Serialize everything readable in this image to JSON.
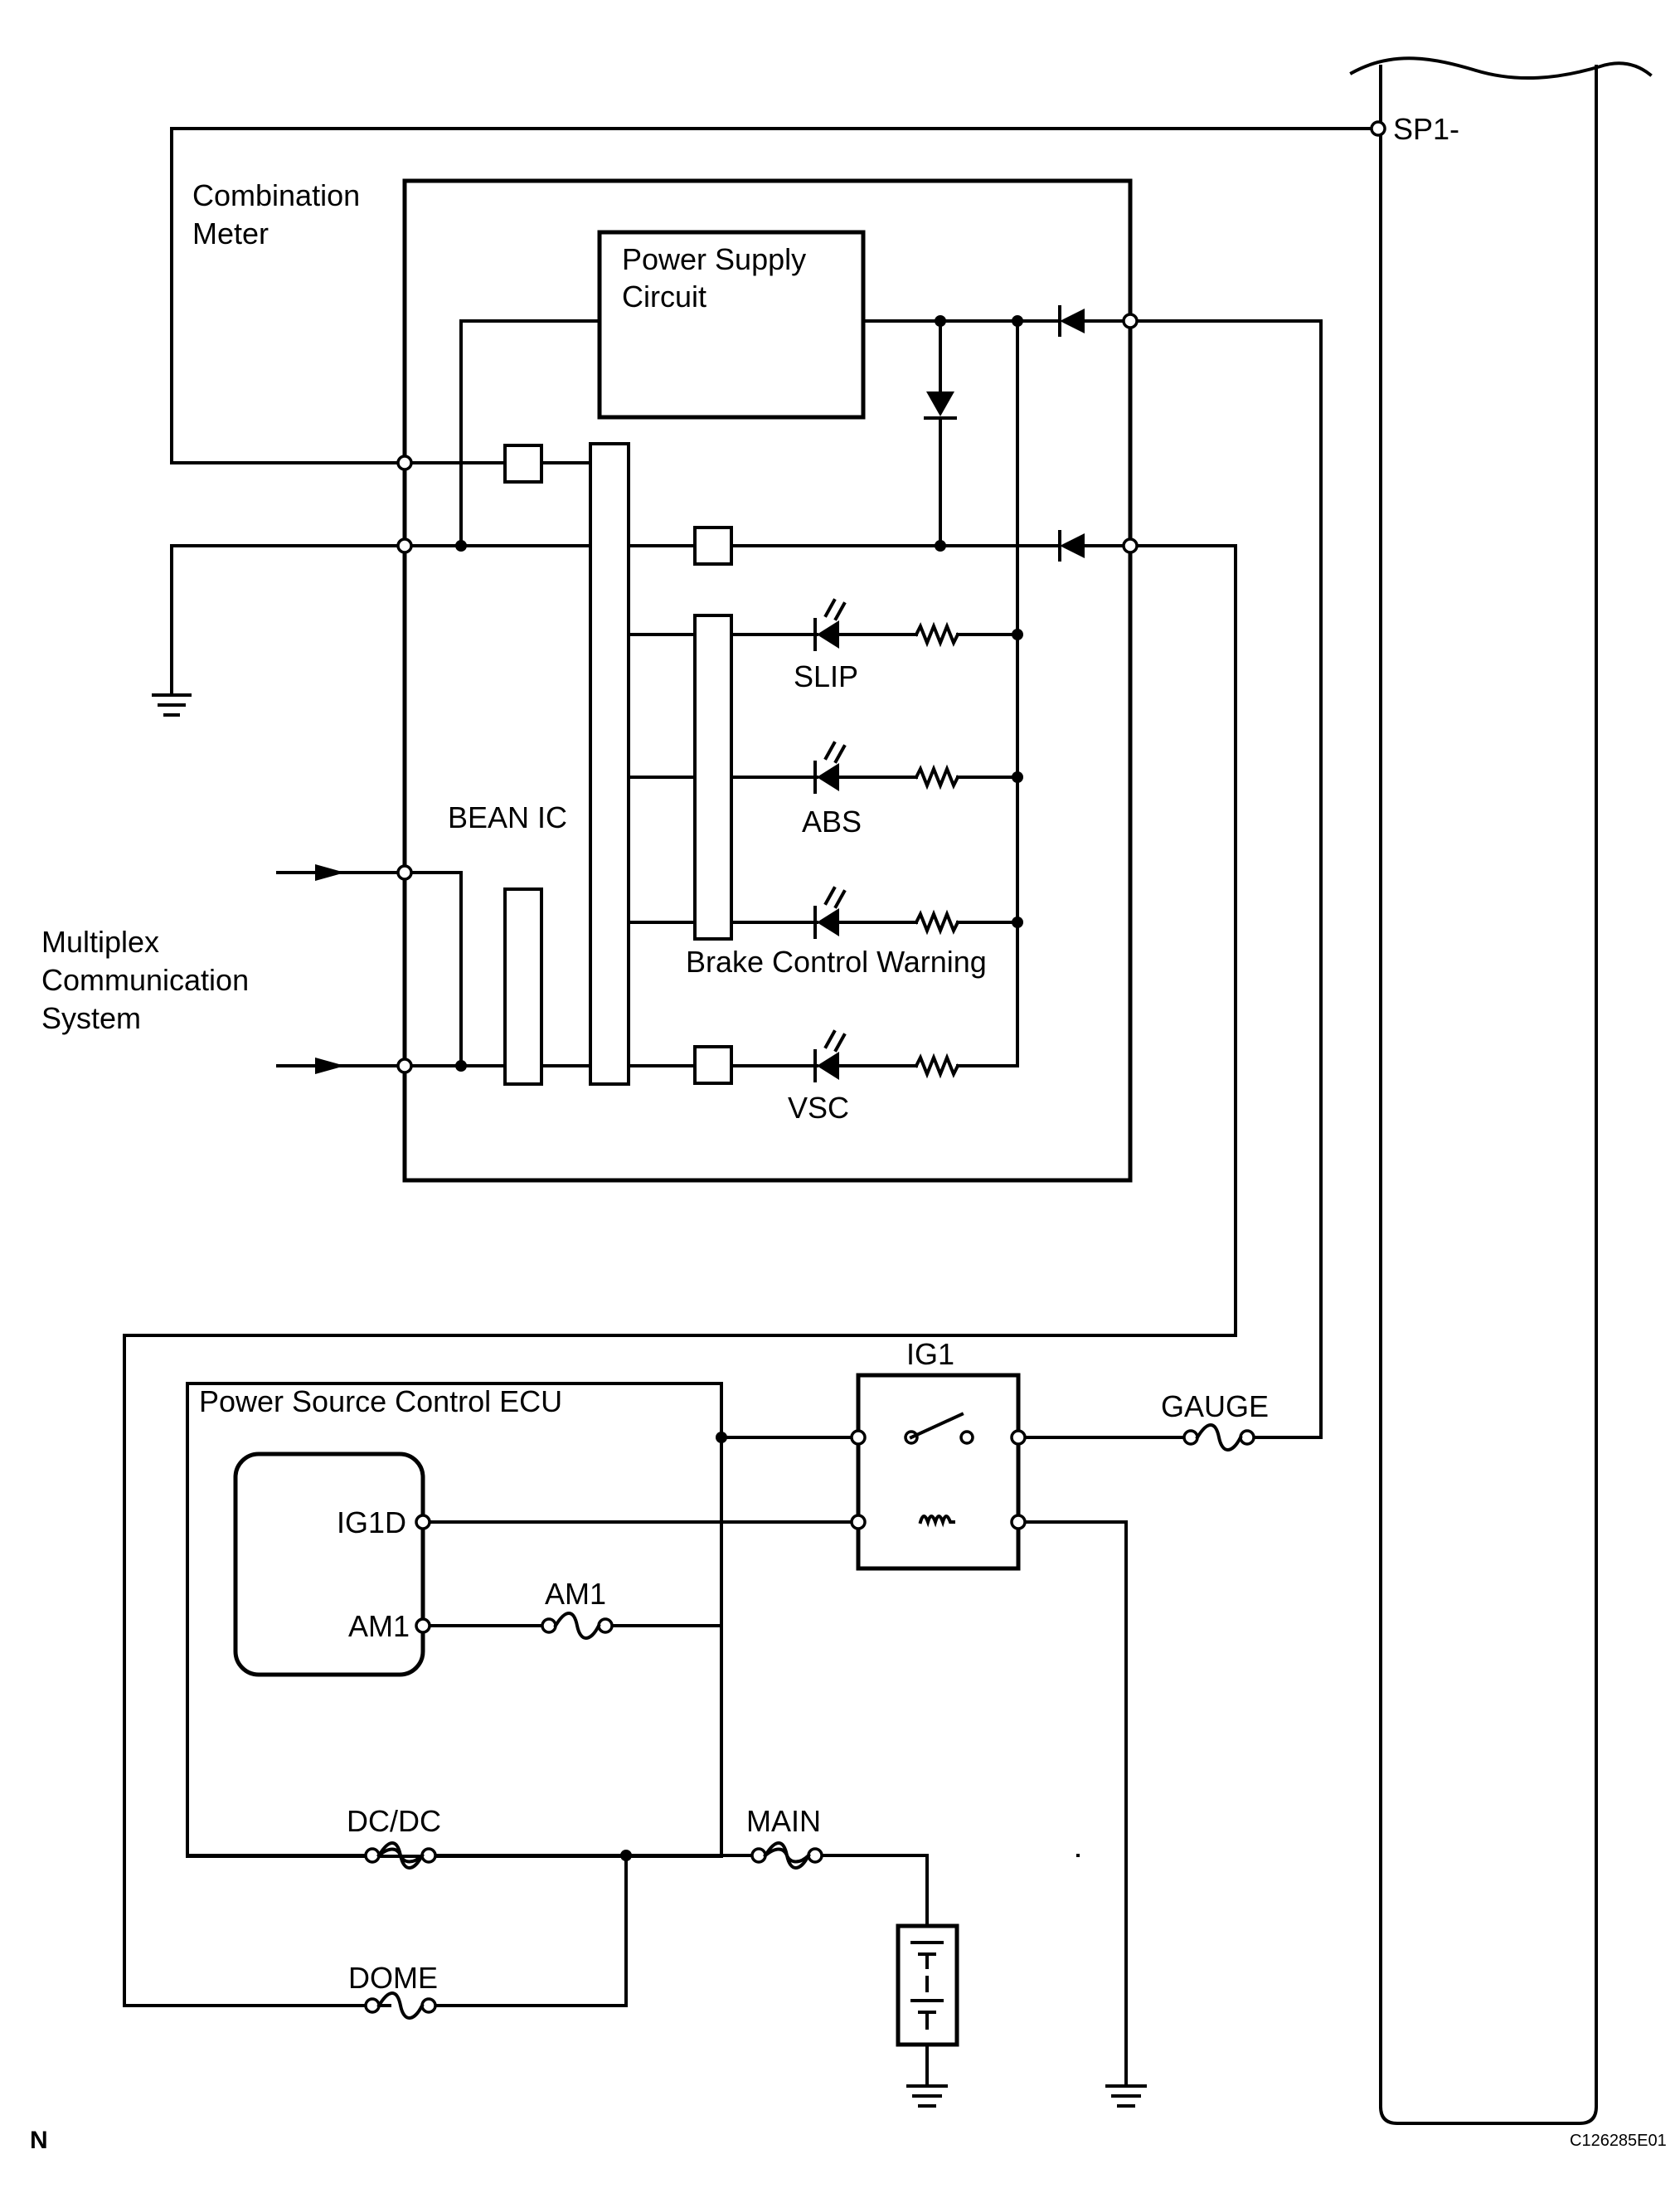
{
  "labels": {
    "combination_meter_line1": "Combination",
    "combination_meter_line2": "Meter",
    "power_supply_line1": "Power Supply",
    "power_supply_line2": "Circuit",
    "bean_ic": "BEAN IC",
    "slip": "SLIP",
    "abs": "ABS",
    "brake_control_warning": "Brake Control Warning",
    "vsc": "VSC",
    "multiplex_line1": "Multiplex",
    "multiplex_line2": "Communication",
    "multiplex_line3": "System",
    "sp1": "SP1-",
    "ig1_relay": "IG1",
    "gauge_fuse": "GAUGE",
    "power_source_ecu": "Power Source Control ECU",
    "ig1d_terminal": "IG1D",
    "am1_terminal": "AM1",
    "am1_fuse": "AM1",
    "dcdc_fuse": "DC/DC",
    "main_fuse": "MAIN",
    "dome_fuse": "DOME",
    "corner_n": "N",
    "figure_code": "C126285E01"
  }
}
